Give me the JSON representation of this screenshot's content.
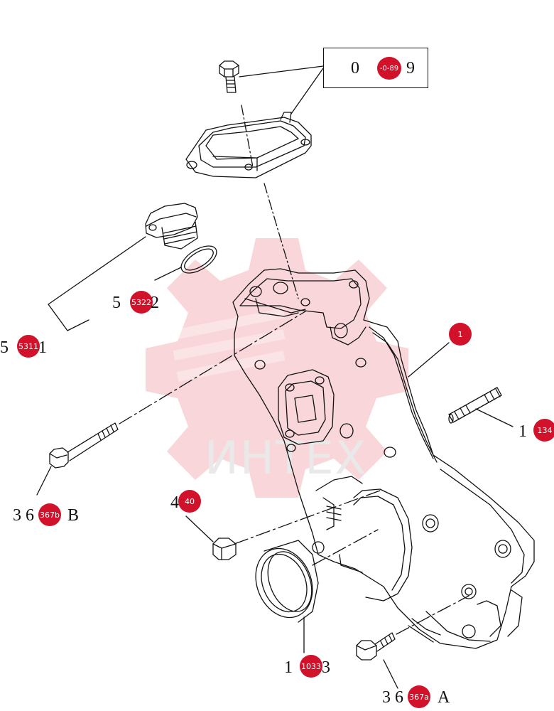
{
  "diagram": {
    "watermark_text": "ИНТЕХ",
    "accent_color": "#d2112b",
    "callouts": [
      {
        "id": "c-0-89",
        "prefix": "0 ",
        "badge": "-0-89",
        "suffix": "9"
      },
      {
        "id": "c-5322",
        "prefix": "5 ",
        "badge": "5322",
        "suffix": "2"
      },
      {
        "id": "c-5311",
        "prefix": "5 ",
        "badge": "5311",
        "suffix": "1"
      },
      {
        "id": "c-1",
        "prefix": "",
        "badge": "1",
        "suffix": ""
      },
      {
        "id": "c-134",
        "prefix": "1 ",
        "badge": "134",
        "suffix": ""
      },
      {
        "id": "c-367b",
        "prefix": "3 6",
        "badge": "367b",
        "suffix": "B"
      },
      {
        "id": "c-40",
        "prefix": "4",
        "badge": "40",
        "suffix": ""
      },
      {
        "id": "c-1033",
        "prefix": "1 ",
        "badge": "1033",
        "suffix": "3"
      },
      {
        "id": "c-367a",
        "prefix": "3 6",
        "badge": "367a",
        "suffix": "A"
      }
    ]
  }
}
